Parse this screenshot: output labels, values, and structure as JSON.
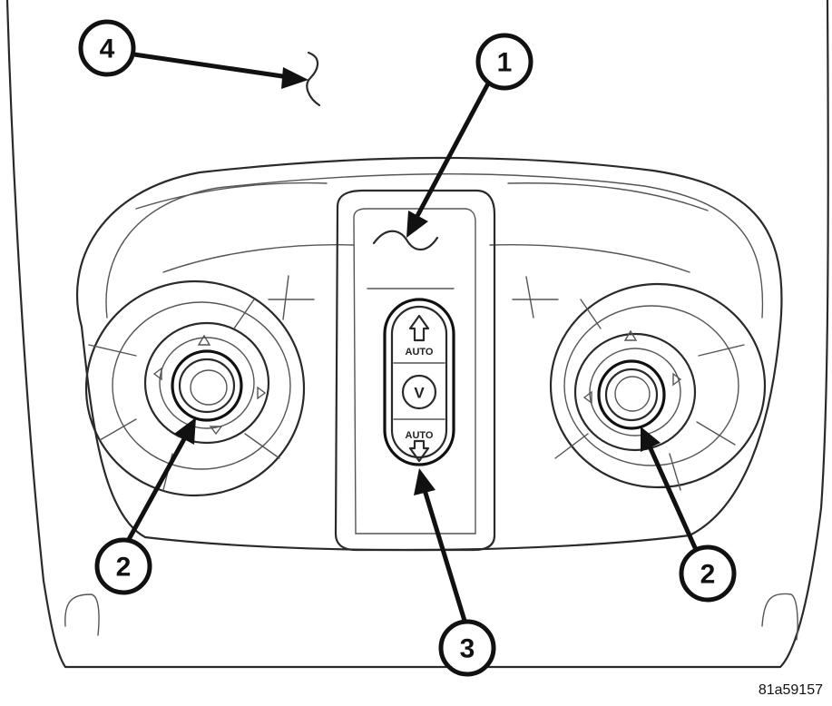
{
  "callouts": [
    {
      "id": "callout-1",
      "label": "1"
    },
    {
      "id": "callout-2-left",
      "label": "2"
    },
    {
      "id": "callout-2-right",
      "label": "2"
    },
    {
      "id": "callout-3",
      "label": "3"
    },
    {
      "id": "callout-4",
      "label": "4"
    }
  ],
  "switch": {
    "up_label": "AUTO",
    "vent_label": "V",
    "down_label": "AUTO"
  },
  "figure_id": "81a59157"
}
